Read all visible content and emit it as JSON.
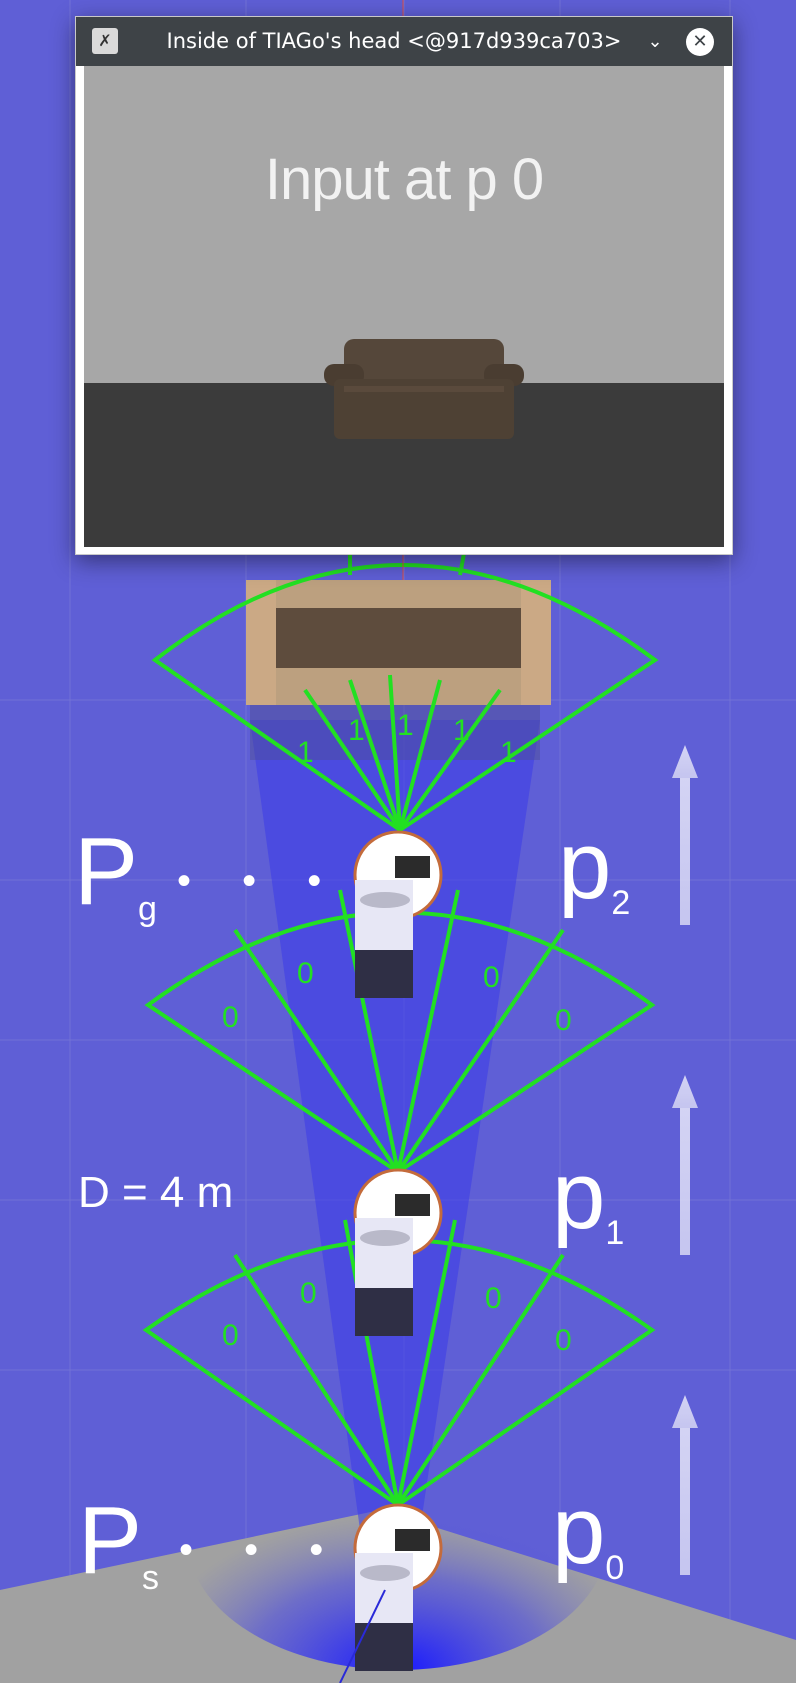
{
  "window": {
    "title": "Inside of TIAGo's head <@917d939ca703>",
    "app_icon": "x11-app-icon",
    "minimize_icon": "chevron-down-icon",
    "close_icon": "close-icon"
  },
  "camera_view": {
    "overlay_text": "Input at p 0"
  },
  "scene": {
    "start_label": "P",
    "start_sub": "s",
    "start_dots": "• • •",
    "goal_label": "P",
    "goal_sub": "g",
    "goal_dots": "• • •",
    "distance_label": "D = 4 m",
    "poses": [
      {
        "label": "p",
        "sub": "0"
      },
      {
        "label": "p",
        "sub": "1"
      },
      {
        "label": "p",
        "sub": "2"
      }
    ],
    "fov_values": {
      "p0": [
        "0",
        "0",
        "0",
        "0"
      ],
      "p1": [
        "0",
        "0",
        "0",
        "0"
      ],
      "p2": [
        "1",
        "1",
        "1",
        "1",
        "1"
      ]
    }
  },
  "colors": {
    "fov_green": "#22e022",
    "background_blue": "#5f5fd6",
    "titlebar": "#3e4347"
  }
}
